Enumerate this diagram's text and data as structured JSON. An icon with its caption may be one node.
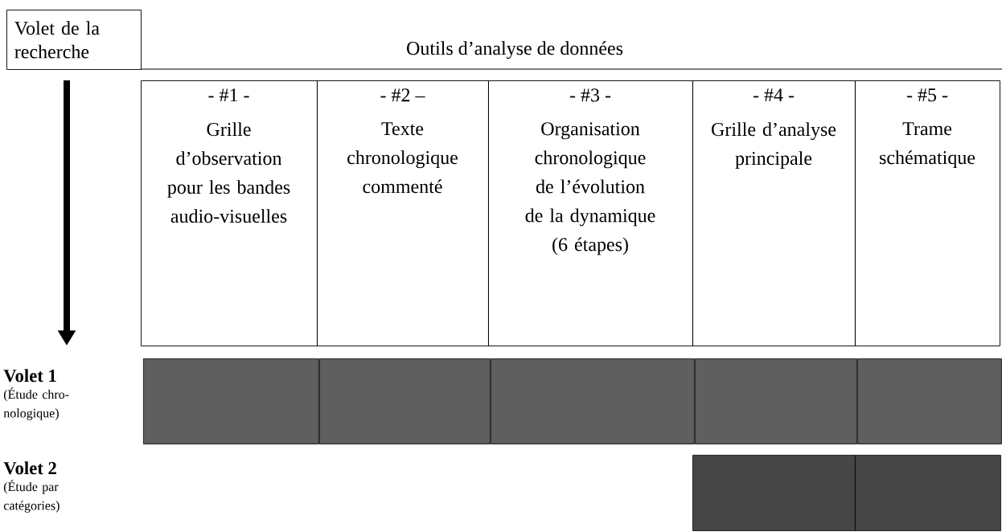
{
  "diagram": {
    "nodes": [
      {
        "text": [
          "Volet de la recherche"
        ]
      },
      {
        "text": [
          "- #1 -",
          "Grille d’observation pour les bandes audio-visuelles"
        ]
      },
      {
        "text": [
          "- #2 –",
          "Texte chronologique commenté"
        ]
      },
      {
        "text": [
          "- #3 -",
          "Organisation chronologique de l’évolution de la dynamique (6 étapes)"
        ]
      },
      {
        "text": [
          "- #4 -",
          "Grille d’analyse principale"
        ]
      },
      {
        "text": [
          "- #5 -",
          "Trame schématique"
        ]
      },
      {
        "text": [],
        "shape": "bar"
      },
      {
        "text": [],
        "shape": "bar"
      },
      {
        "text": [],
        "shape": "bar"
      },
      {
        "text": [],
        "shape": "bar"
      },
      {
        "text": [],
        "shape": "bar"
      },
      {
        "text": [],
        "shape": "bar"
      },
      {
        "text": [],
        "shape": "bar"
      }
    ],
    "labels": [
      "Outils d’analyse de données",
      "Volet 1",
      "(Étude chro-nologique)",
      "Volet 2",
      "(Étude par catégories)"
    ]
  }
}
